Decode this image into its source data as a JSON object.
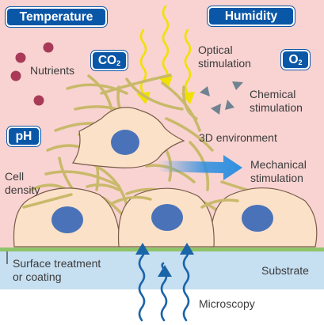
{
  "badges": {
    "temperature": "Temperature",
    "humidity": "Humidity",
    "co2": "CO",
    "co2_sub": "2",
    "o2": "O",
    "o2_sub": "2",
    "ph": "pH"
  },
  "labels": {
    "nutrients": "Nutrients",
    "optical_1": "Optical",
    "optical_2": "stimulation",
    "chemical_1": "Chemical",
    "chemical_2": "stimulation",
    "environment_3d": "3D environment",
    "mechanical_1": "Mechanical",
    "mechanical_2": "stimulation",
    "cell_density_1": "Cell",
    "cell_density_2": "density",
    "surface_1": "Surface treatment",
    "surface_2": "or coating",
    "substrate": "Substrate",
    "microscopy": "Microscopy"
  },
  "colors": {
    "culture_background": "#f8d3d2",
    "substrate_band": "#c6dff1",
    "badge_fill": "#0b57a7",
    "cell_fill": "#fbe1c8",
    "cell_outline": "#7a5b49",
    "nucleus": "#4a72b8",
    "fiber": "#c9b96a",
    "nutrient": "#a83a58",
    "optical_wave": "#f1e100",
    "microscopy_wave": "#1a64a8",
    "chemical_triangle": "#6f8390",
    "mechanical_arrow": "#2f8fe0"
  }
}
